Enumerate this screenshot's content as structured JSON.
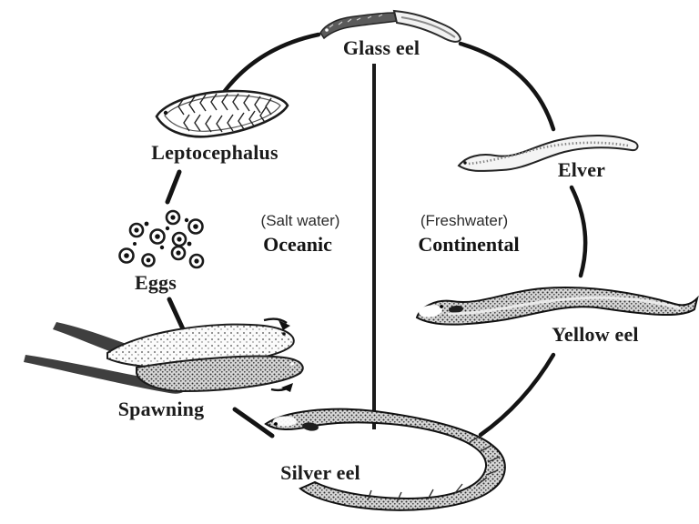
{
  "diagram": {
    "kind": "life-cycle",
    "stages": [
      {
        "id": "glass-eel",
        "label": "Glass eel"
      },
      {
        "id": "elver",
        "label": "Elver"
      },
      {
        "id": "yellow-eel",
        "label": "Yellow eel"
      },
      {
        "id": "silver-eel",
        "label": "Silver eel"
      },
      {
        "id": "spawning",
        "label": "Spawning"
      },
      {
        "id": "eggs",
        "label": "Eggs"
      },
      {
        "id": "leptocephalus",
        "label": "Leptocephalus"
      }
    ],
    "regions": {
      "oceanic": {
        "environment": "(Salt water)",
        "name": "Oceanic"
      },
      "continental": {
        "environment": "(Freshwater)",
        "name": "Continental"
      }
    },
    "colors": {
      "ink": "#1b1b1b",
      "background": "#ffffff"
    }
  }
}
